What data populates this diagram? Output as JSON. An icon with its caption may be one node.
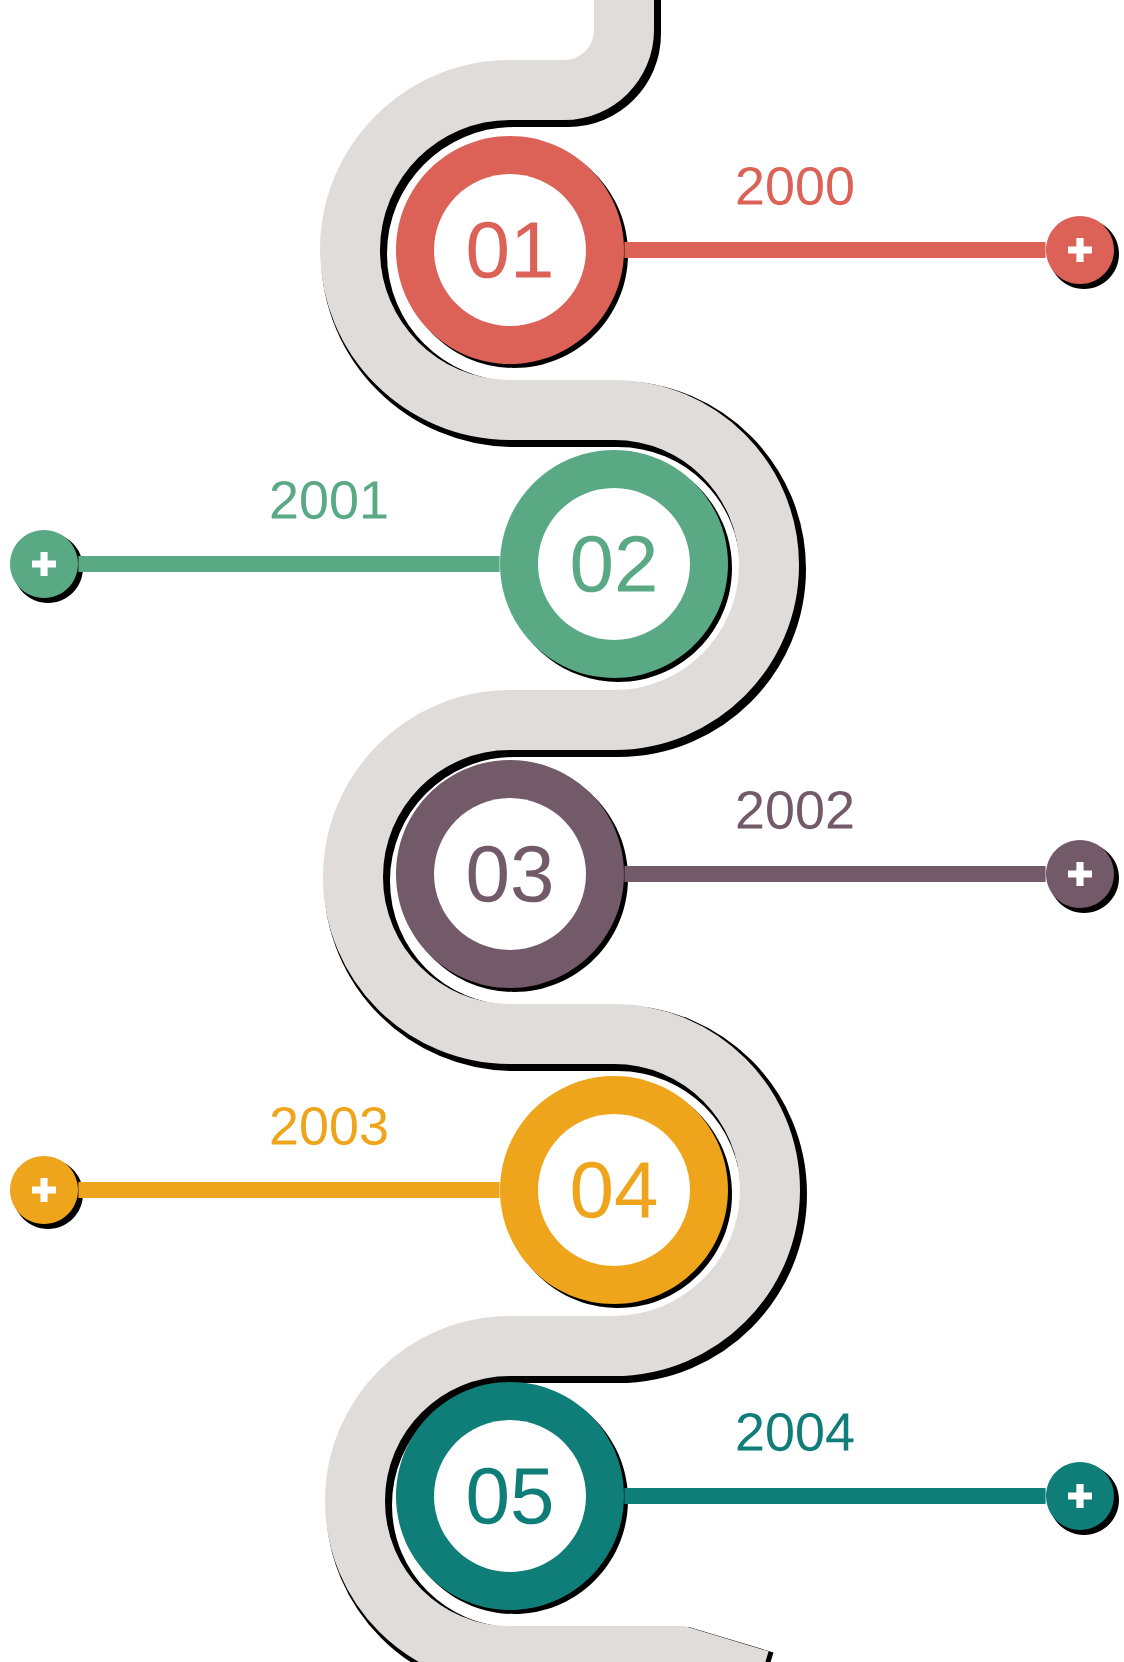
{
  "diagram": {
    "nodes": [
      {
        "text": [
          "01"
        ]
      },
      {
        "text": [],
        "shape": "circle"
      },
      {
        "text": [],
        "shape": "circle"
      },
      {
        "text": [
          "02"
        ]
      },
      {
        "text": [
          "03"
        ]
      },
      {
        "text": [],
        "shape": "circle"
      },
      {
        "text": [],
        "shape": "circle"
      },
      {
        "text": [
          "04"
        ]
      },
      {
        "text": [
          "05"
        ]
      },
      {
        "text": [],
        "shape": "circle"
      }
    ],
    "edges": [
      {
        "from": 0,
        "to": 1,
        "arrow": "none",
        "label": "2000",
        "color": "#dc6258"
      },
      {
        "from": 3,
        "to": 2,
        "arrow": "none",
        "label": "2001",
        "color": "#5aa985"
      },
      {
        "from": 4,
        "to": 5,
        "arrow": "none",
        "label": "2002",
        "color": "#725a68"
      },
      {
        "from": 7,
        "to": 6,
        "arrow": "none",
        "label": "2003",
        "color": "#eea51c"
      },
      {
        "from": 8,
        "to": 9,
        "arrow": "none",
        "label": "2004",
        "color": "#0f7d78"
      }
    ]
  }
}
